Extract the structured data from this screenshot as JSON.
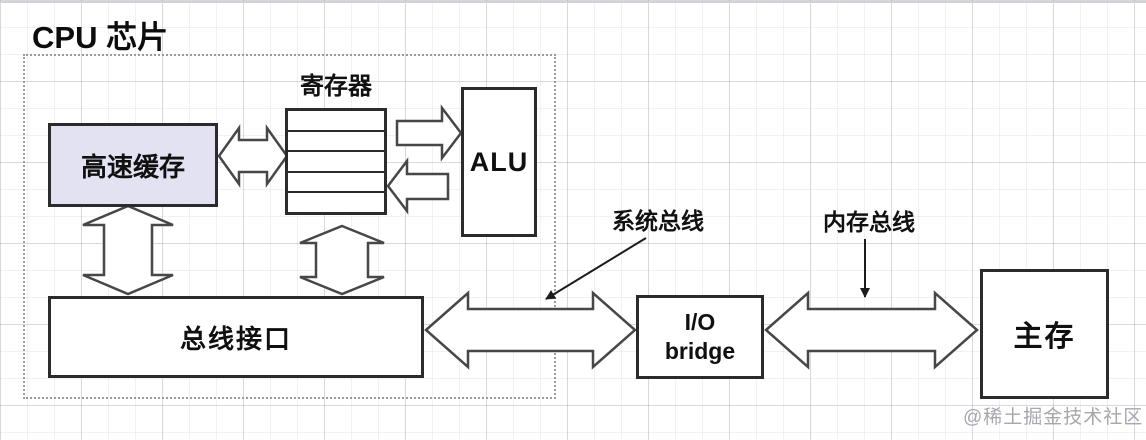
{
  "diagram": {
    "title": "CPU 芯片",
    "watermark": "@稀土掘金技术社区",
    "nodes": {
      "cache": {
        "label": "高速缓存"
      },
      "registers": {
        "label": "寄存器",
        "rows": 5
      },
      "alu": {
        "label": "ALU"
      },
      "bus_interface": {
        "label": "总线接口"
      },
      "io_bridge": {
        "line1": "I/O",
        "line2": "bridge"
      },
      "main_memory": {
        "label": "主存"
      }
    },
    "annotations": {
      "system_bus": "系统总线",
      "memory_bus": "内存总线"
    },
    "edges": [
      {
        "from": "高速缓存",
        "to": "寄存器",
        "type": "double-arrow"
      },
      {
        "from": "高速缓存",
        "to": "总线接口",
        "type": "double-arrow"
      },
      {
        "from": "寄存器",
        "to": "总线接口",
        "type": "double-arrow"
      },
      {
        "from": "寄存器",
        "to": "ALU",
        "type": "arrow"
      },
      {
        "from": "ALU",
        "to": "寄存器",
        "type": "arrow"
      },
      {
        "from": "总线接口",
        "to": "I/O bridge",
        "type": "double-arrow",
        "label": "系统总线"
      },
      {
        "from": "I/O bridge",
        "to": "主存",
        "type": "double-arrow",
        "label": "内存总线"
      }
    ],
    "colors": {
      "box_border": "#2b2b2b",
      "arrow_outline": "#474747",
      "cache_fill": "#e2e2f2",
      "watermark": "#a6a6ae"
    }
  }
}
